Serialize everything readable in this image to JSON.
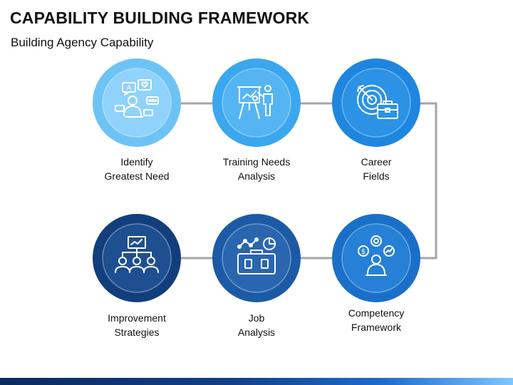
{
  "header": {
    "title": "CAPABILITY BUILDING FRAMEWORK",
    "subtitle": "Building Agency Capability"
  },
  "steps": [
    {
      "label_line1": "Identify",
      "label_line2": "Greatest Need",
      "icon": "communication-people-icon",
      "color_outer": "#6ec3f5",
      "color_inner": "#8fd2fb"
    },
    {
      "label_line1": "Training Needs",
      "label_line2": "Analysis",
      "icon": "presentation-trainer-icon",
      "color_outer": "#3aa7ef",
      "color_inner": "#55b5f3"
    },
    {
      "label_line1": "Career",
      "label_line2": "Fields",
      "icon": "target-briefcase-icon",
      "color_outer": "#1f86e0",
      "color_inner": "#2b92e6"
    },
    {
      "label_line1": "Competency",
      "label_line2": "Framework",
      "icon": "person-ideas-icon",
      "color_outer": "#1a6fc9",
      "color_inner": "#2580d6"
    },
    {
      "label_line1": "Job",
      "label_line2": "Analysis",
      "icon": "briefcase-chart-icon",
      "color_outer": "#1d5aa6",
      "color_inner": "#2a66b0"
    },
    {
      "label_line1": "Improvement",
      "label_line2": "Strategies",
      "icon": "team-growth-icon",
      "color_outer": "#123e7c",
      "color_inner": "#1e4f91"
    }
  ],
  "colors": {
    "connector": "#a6a6a6",
    "icon_stroke": "#ffffff",
    "text": "#111111"
  }
}
